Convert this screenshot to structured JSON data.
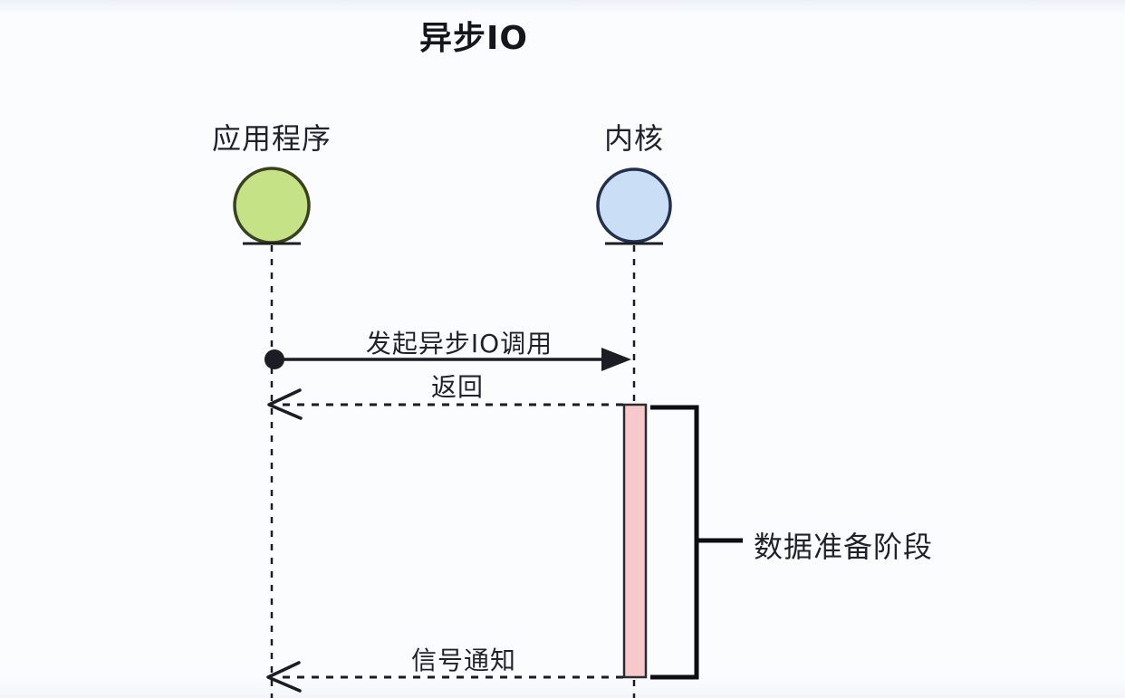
{
  "title": "异步IO",
  "actors": [
    {
      "id": "application",
      "label": "应用程序",
      "fill": "#c5e287",
      "stroke": "#39421f"
    },
    {
      "id": "kernel",
      "label": "内核",
      "fill": "#cadff5",
      "stroke": "#232f4e"
    }
  ],
  "messages": [
    {
      "label": "发起异步IO调用",
      "style": "solid",
      "from": "application",
      "to": "kernel"
    },
    {
      "label": "返回",
      "style": "dashed",
      "from": "kernel",
      "to": "application"
    },
    {
      "label": "信号通知",
      "style": "dashed",
      "from": "kernel",
      "to": "application"
    }
  ],
  "activation": {
    "label": "数据准备阶段",
    "bar_fill": "#f8c9cb",
    "bar_stroke": "#2b2b33",
    "bracket_color": "#0d0d12"
  },
  "colors": {
    "line": "#1b1c24",
    "text": "#1f222b"
  }
}
